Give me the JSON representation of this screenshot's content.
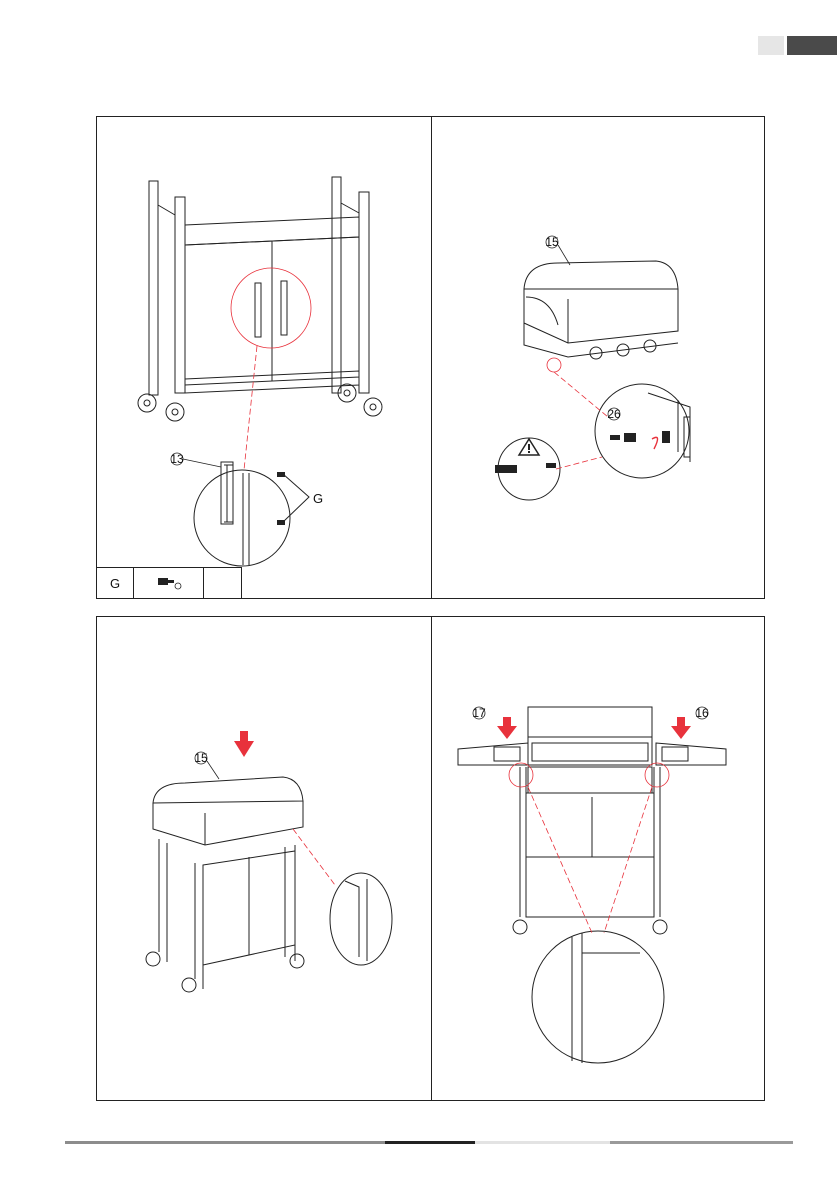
{
  "header": {
    "tabs": [
      "",
      ""
    ]
  },
  "steps": [
    {
      "id": "step-1",
      "callouts": {
        "handle": "13",
        "screw": "G"
      },
      "legend": {
        "part": "G",
        "qty": ""
      }
    },
    {
      "id": "step-2",
      "callouts": {
        "lid": "15",
        "valve": "26"
      }
    },
    {
      "id": "step-3",
      "callouts": {
        "lid": "15"
      }
    },
    {
      "id": "step-4",
      "callouts": {
        "left_shelf": "17",
        "right_shelf": "16"
      }
    }
  ],
  "colors": {
    "accent_red": "#e8323c",
    "line": "#222222",
    "footer_gray": "#8c8c8c",
    "footer_dark": "#222222",
    "footer_light": "#e3e3e3"
  }
}
